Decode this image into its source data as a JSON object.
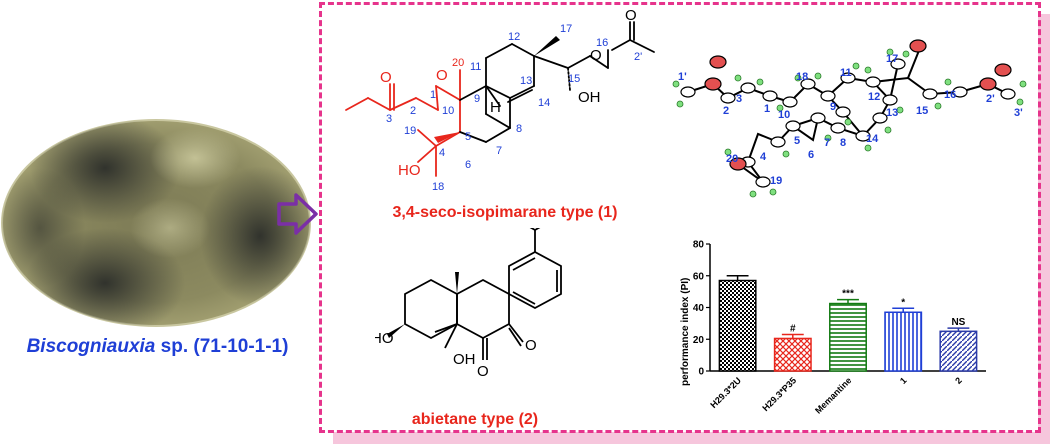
{
  "organism": {
    "genus": "Biscogniauxia",
    "rest": " sp. (71-10-1-1)"
  },
  "compound1": {
    "caption": "3,4-seco-isopimarane type (1)",
    "labels": {
      "oh_left": "HO",
      "oh_right": "OH",
      "h": "H",
      "o1": "O",
      "o2": "O",
      "o3": "O",
      "o4": "O",
      "n1": "1",
      "n2": "2",
      "n3": "3",
      "n4": "4",
      "n5": "5",
      "n6": "6",
      "n7": "7",
      "n8": "8",
      "n9": "9",
      "n10": "10",
      "n11": "11",
      "n12": "12",
      "n13": "13",
      "n14": "14",
      "n15": "15",
      "n16": "16",
      "n17": "17",
      "n18": "18",
      "n19": "19",
      "n20": "20",
      "n2p": "2'"
    }
  },
  "compound2": {
    "caption": "abietane type (2)",
    "labels": {
      "ho": "HO",
      "oh": "OH",
      "o1": "O",
      "o2": "O"
    }
  },
  "crystal": {
    "labels": [
      "1'",
      "2",
      "3",
      "1",
      "20",
      "18",
      "10",
      "9",
      "11",
      "12",
      "17",
      "13",
      "16",
      "15",
      "14",
      "8",
      "5",
      "4",
      "6",
      "7",
      "19",
      "2'",
      "3'"
    ]
  },
  "chart_data": {
    "type": "bar",
    "ylabel": "performance index (PI)",
    "ylim": [
      0,
      80
    ],
    "yticks": [
      "0",
      "20",
      "40",
      "60",
      "80"
    ],
    "categories": [
      "H29.3*2U",
      "H29.3*P35",
      "Memantine",
      "1",
      "2"
    ],
    "values": [
      57,
      20.5,
      42.5,
      37,
      25
    ],
    "errors": [
      3,
      2.5,
      2.5,
      2.5,
      2
    ],
    "annotations": [
      "",
      "#",
      "***",
      "*",
      "NS"
    ],
    "colors": [
      "#000000",
      "#e8261c",
      "#127a12",
      "#1f3fd6",
      "#2b3aa8"
    ]
  }
}
